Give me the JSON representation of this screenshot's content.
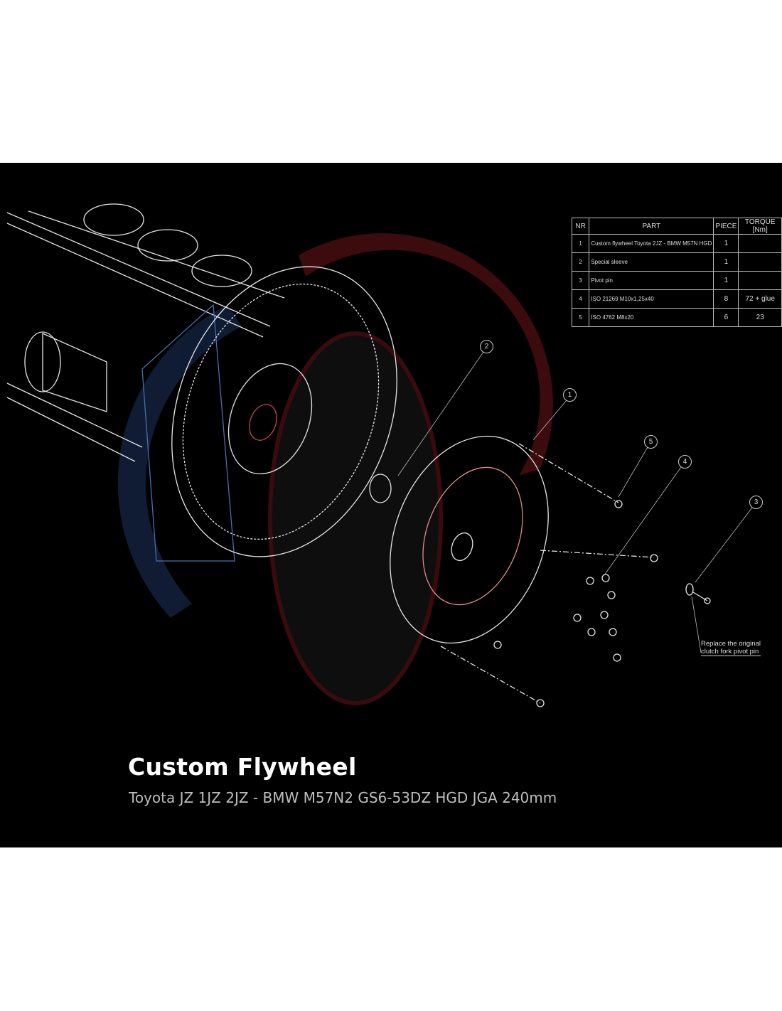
{
  "title": "Custom Flywheel",
  "subtitle": "Toyota JZ 1JZ 2JZ - BMW M57N2 GS6-53DZ HGD JGA 240mm",
  "colors": {
    "background": "#000000",
    "page": "#ffffff",
    "line": "#e6e6e6",
    "accent_red": "#b3262b",
    "accent_blue": "#2a4f8f"
  },
  "bom": {
    "headers": [
      "NR",
      "PART",
      "PIECE",
      "TORQUE [Nm]"
    ],
    "rows": [
      {
        "nr": "1",
        "part": "Custom flywheel Toyota 2JZ - BMW M57N HGD",
        "piece": "1",
        "torque": ""
      },
      {
        "nr": "2",
        "part": "Special sleeve",
        "piece": "1",
        "torque": ""
      },
      {
        "nr": "3",
        "part": "Pivot pin",
        "piece": "1",
        "torque": ""
      },
      {
        "nr": "4",
        "part": "ISO 21269 M10x1,25x40",
        "piece": "8",
        "torque": "72 + glue"
      },
      {
        "nr": "5",
        "part": "ISO 4762 M8x20",
        "piece": "6",
        "torque": "23"
      }
    ]
  },
  "balloons": [
    "2",
    "1",
    "5",
    "4",
    "3"
  ],
  "note": {
    "line1": "Replace the original",
    "line2": "clutch fork pivot pin"
  }
}
